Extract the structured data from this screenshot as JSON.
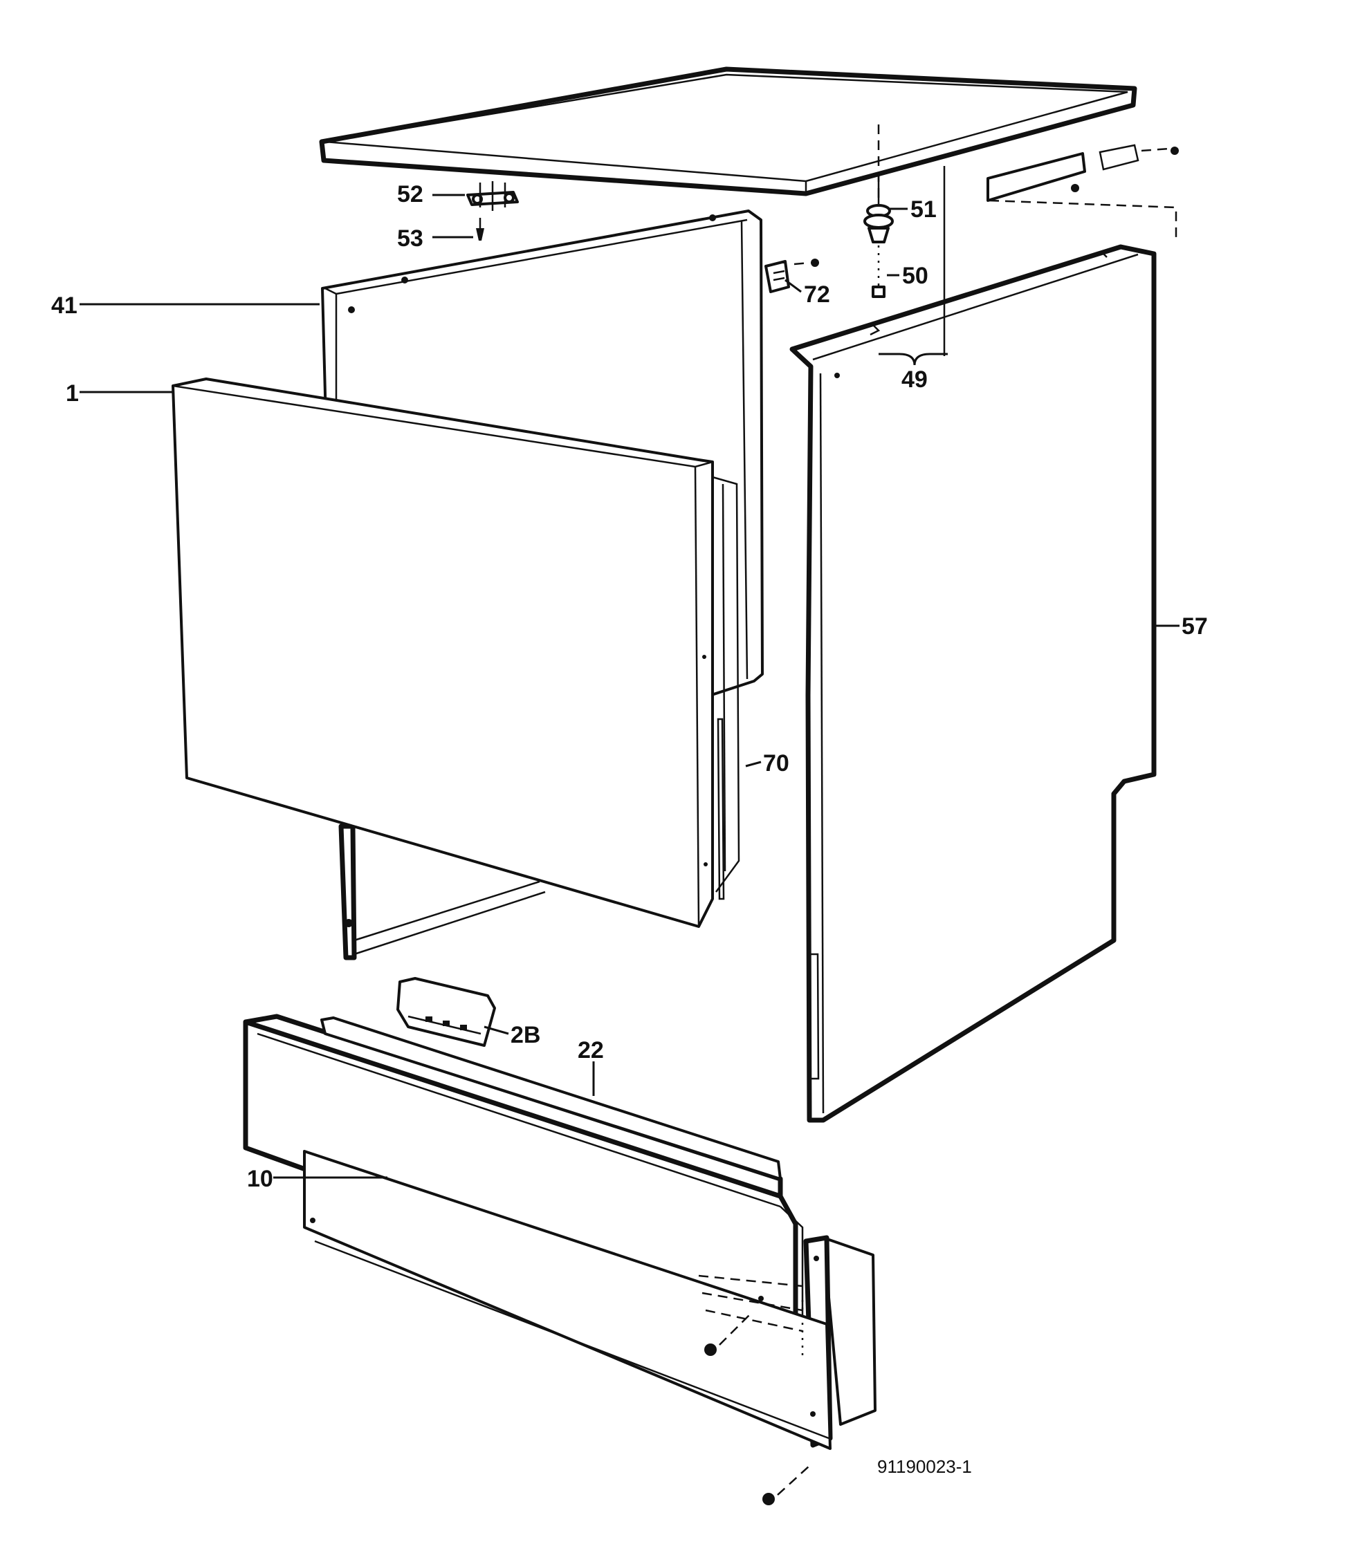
{
  "callouts": [
    {
      "id": "c52",
      "label": "52"
    },
    {
      "id": "c53",
      "label": "53"
    },
    {
      "id": "c41",
      "label": "41"
    },
    {
      "id": "c1",
      "label": "1"
    },
    {
      "id": "c51",
      "label": "51"
    },
    {
      "id": "c50",
      "label": "50"
    },
    {
      "id": "c72",
      "label": "72"
    },
    {
      "id": "c49",
      "label": "49"
    },
    {
      "id": "c57",
      "label": "57"
    },
    {
      "id": "c70",
      "label": "70"
    },
    {
      "id": "c2B",
      "label": "2B"
    },
    {
      "id": "c22",
      "label": "22"
    },
    {
      "id": "c10",
      "label": "10"
    }
  ],
  "drawing_number": "91190023-1",
  "colors": {
    "line": "#111111",
    "background": "#ffffff"
  }
}
